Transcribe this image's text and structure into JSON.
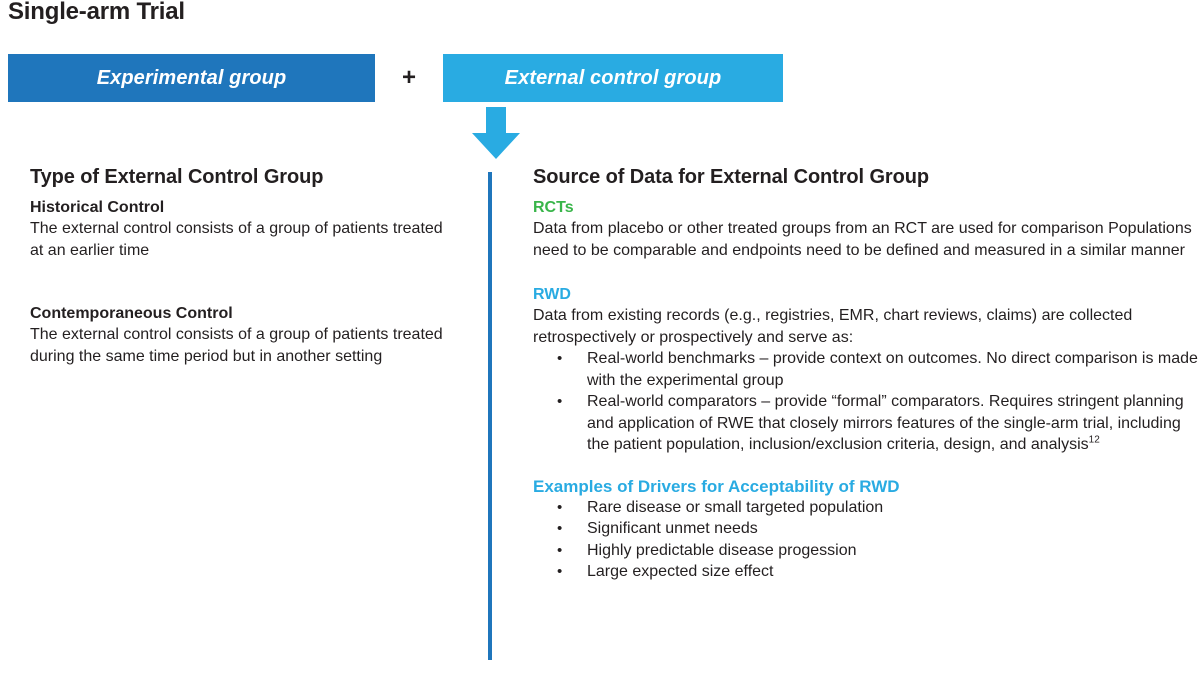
{
  "title": "Single-arm Trial",
  "groups": {
    "experimental_label": "Experimental group",
    "plus": "+",
    "external_label": "External control group",
    "experimental_color": "#1F76BC",
    "external_color": "#29ABE2"
  },
  "arrow": {
    "name": "down-arrow",
    "color": "#29ABE2"
  },
  "divider": {
    "color": "#1F76BC"
  },
  "left_column": {
    "heading": "Type of External Control Group",
    "blocks": [
      {
        "subheading": "Historical Control",
        "body": "The external control consists of a group of patients treated at an earlier time"
      },
      {
        "subheading": "Contemporaneous Control",
        "body": "The external control consists of a group of patients treated during the same time period but in another setting"
      }
    ]
  },
  "right_column": {
    "heading": "Source of Data for External Control Group",
    "rcts": {
      "label": "RCTs",
      "color": "#39B54A",
      "body": "Data from placebo or other treated groups from an RCT are used for comparison Populations need to be comparable and endpoints need to be defined and measured in a similar manner"
    },
    "rwd": {
      "label": "RWD",
      "color": "#29ABE2",
      "body": "Data from existing records (e.g., registries, EMR, chart reviews, claims) are collected retrospectively or prospectively and serve as:",
      "bullets": [
        "Real-world benchmarks – provide context on outcomes. No direct comparison is made with the experimental group",
        "Real-world comparators – provide “formal” comparators. Requires stringent planning and application of RWE that closely mirrors features of the single-arm trial, including the patient population, inclusion/exclusion criteria, design, and analysis"
      ],
      "bullet2_superscript": "12"
    },
    "drivers": {
      "label": "Examples of Drivers for Acceptability of RWD",
      "color": "#29ABE2",
      "bullets": [
        "Rare disease or small targeted population",
        "Significant unmet needs",
        "Highly predictable disease progession",
        "Large expected size effect"
      ]
    }
  }
}
